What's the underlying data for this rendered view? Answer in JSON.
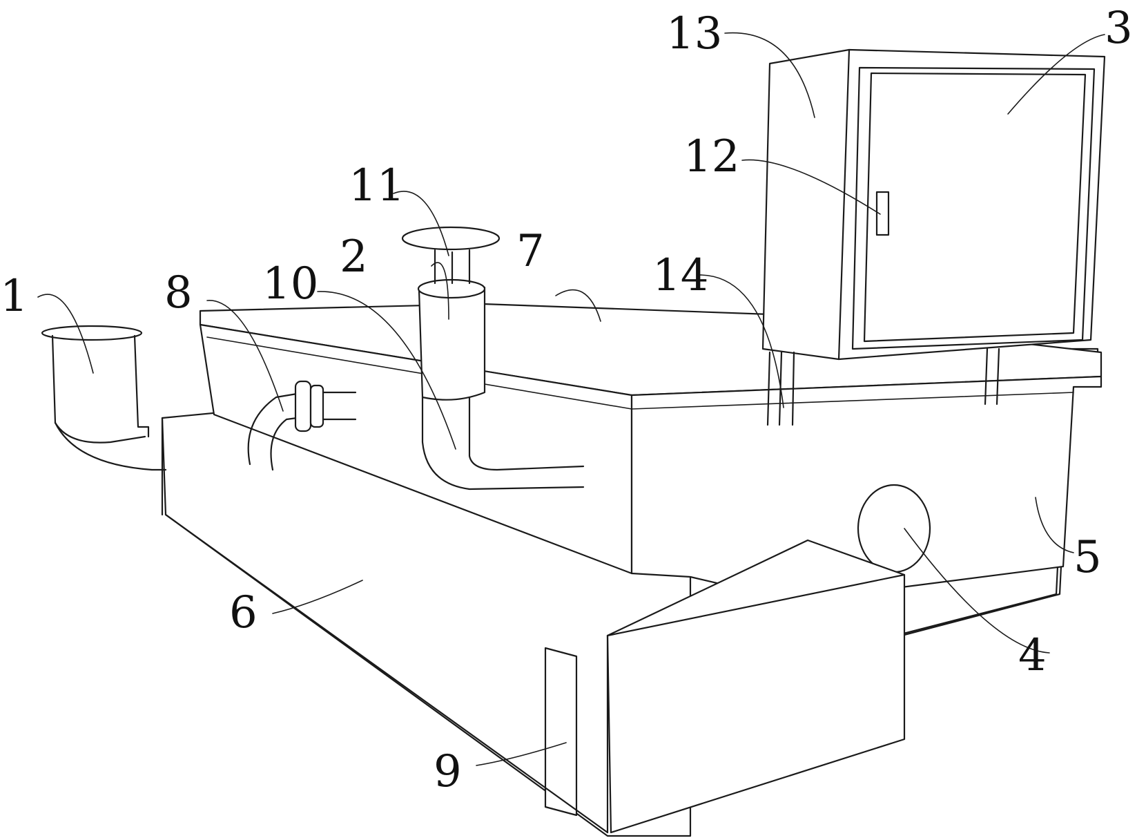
{
  "labels": {
    "l1": "1",
    "l2": "2",
    "l3": "3",
    "l4": "4",
    "l5": "5",
    "l6": "6",
    "l7": "7",
    "l8": "8",
    "l9": "9",
    "l10": "10",
    "l11": "11",
    "l12": "12",
    "l13": "13",
    "l14": "14"
  },
  "colors": {
    "line": "#1a1a1a",
    "background": "#ffffff"
  }
}
